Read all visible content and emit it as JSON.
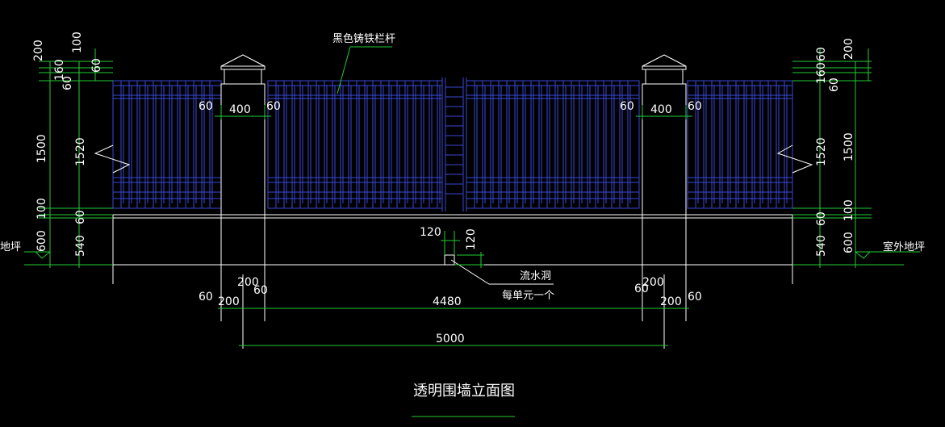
{
  "drawing": {
    "title": "透明围墙立面图",
    "callout_railing": "黑色铸铁栏杆",
    "callout_drain": "流水洞",
    "callout_drain_note": "每单元一个",
    "label_outdoor_ground": "室外地坪",
    "label_outdoor_ground_left": "地坪"
  },
  "dims": {
    "d200": "200",
    "d100": "100",
    "d60": "60",
    "d160": "160",
    "d1500": "1500",
    "d1520": "1520",
    "d600": "600",
    "d540": "540",
    "d400": "400",
    "d120": "120",
    "d4480": "4480",
    "d5000": "5000"
  },
  "colors": {
    "background": "#000000",
    "outline": "#ffffff",
    "railing": "#3a48d8",
    "dimension": "#22cc33",
    "text": "#ffffff"
  }
}
